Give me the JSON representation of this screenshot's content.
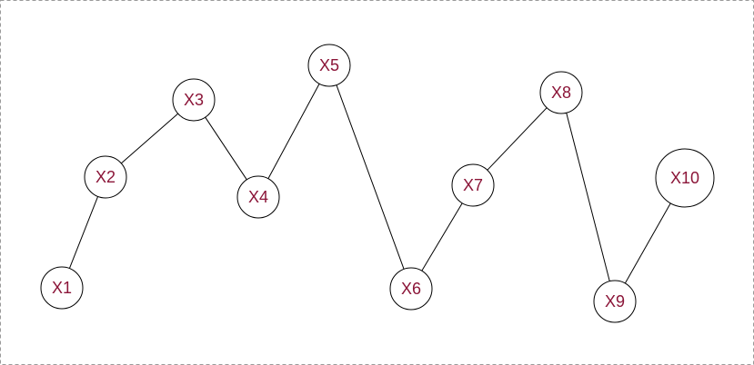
{
  "diagram": {
    "nodes": [
      {
        "id": "x1",
        "label": "X1"
      },
      {
        "id": "x2",
        "label": "X2"
      },
      {
        "id": "x3",
        "label": "X3"
      },
      {
        "id": "x4",
        "label": "X4"
      },
      {
        "id": "x5",
        "label": "X5"
      },
      {
        "id": "x6",
        "label": "X6"
      },
      {
        "id": "x7",
        "label": "X7"
      },
      {
        "id": "x8",
        "label": "X8"
      },
      {
        "id": "x9",
        "label": "X9"
      },
      {
        "id": "x10",
        "label": "X10"
      }
    ],
    "edges": [
      {
        "from": "x1",
        "to": "x2"
      },
      {
        "from": "x2",
        "to": "x3"
      },
      {
        "from": "x3",
        "to": "x4"
      },
      {
        "from": "x4",
        "to": "x5"
      },
      {
        "from": "x5",
        "to": "x6"
      },
      {
        "from": "x6",
        "to": "x7"
      },
      {
        "from": "x7",
        "to": "x8"
      },
      {
        "from": "x8",
        "to": "x9"
      },
      {
        "from": "x9",
        "to": "x10"
      }
    ],
    "colors": {
      "label": "#8b1538",
      "stroke": "#000000",
      "frame": "#9a9a9a"
    }
  }
}
